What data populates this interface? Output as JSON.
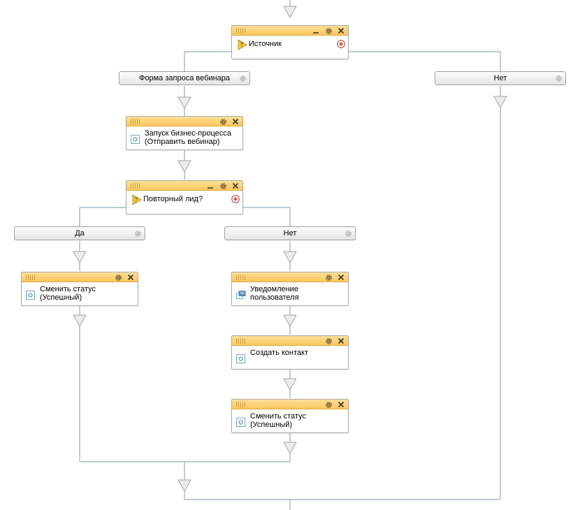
{
  "workflow": {
    "source_condition": {
      "label": "Источник"
    },
    "branches": {
      "webinar_form": {
        "label": "Форма запроса вебинара"
      },
      "source_no": {
        "label": "Нет"
      },
      "repeat_yes": {
        "label": "Да"
      },
      "repeat_no": {
        "label": "Нет"
      }
    },
    "start_process": {
      "label": "Запуск бизнес-процесса\n(Отправить вебинар)"
    },
    "repeat_lead_condition": {
      "label": "Повторный лид?"
    },
    "change_status_yes": {
      "label": "Сменить статус\n(Успешный)"
    },
    "notify_user": {
      "label": "Уведомление\nпользователя"
    },
    "create_contact": {
      "label": "Создать контакт"
    },
    "change_status_no": {
      "label": "Сменить статус\n(Успешный)"
    }
  },
  "colors": {
    "block_header": "#fbc75e",
    "block_border": "#a9a9a9",
    "connector": "#a9b7c4",
    "branch_bar": "#e4e4e4",
    "add_icon": "#c0392b",
    "condition_icon": "#f4d03f"
  },
  "icons": {
    "condition": "condition-icon",
    "activity": "activity-icon",
    "notify": "notify-icon",
    "add": "add-branch-icon",
    "settings": "gear-icon",
    "minimize": "minimize-icon",
    "close": "close-icon",
    "arrow": "arrow-down-icon"
  }
}
